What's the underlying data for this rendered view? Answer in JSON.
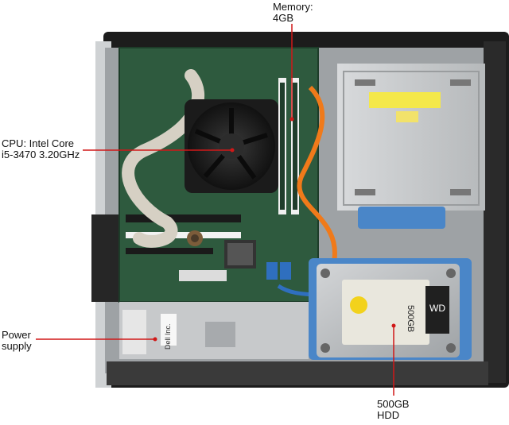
{
  "callouts": {
    "memory": "Memory:\n4GB",
    "cpu": "CPU: Intel Core\ni5-3470 3.20GHz",
    "power_supply": "Power\nsupply",
    "hdd": "500GB\nHDD"
  },
  "printed_text": {
    "hdd_capacity_label": "500GB",
    "hdd_brand": "WD",
    "psu_brand": "Dell Inc."
  },
  "colors": {
    "chassis": "#1c1c1c",
    "motherboard": "#2e5a3e",
    "metal": "#c9ccce",
    "accent_blue": "#4a86c8",
    "hdd_label": "#e9e7dd",
    "callout_line": "#d01818",
    "sticker_yellow": "#f4e84a"
  }
}
